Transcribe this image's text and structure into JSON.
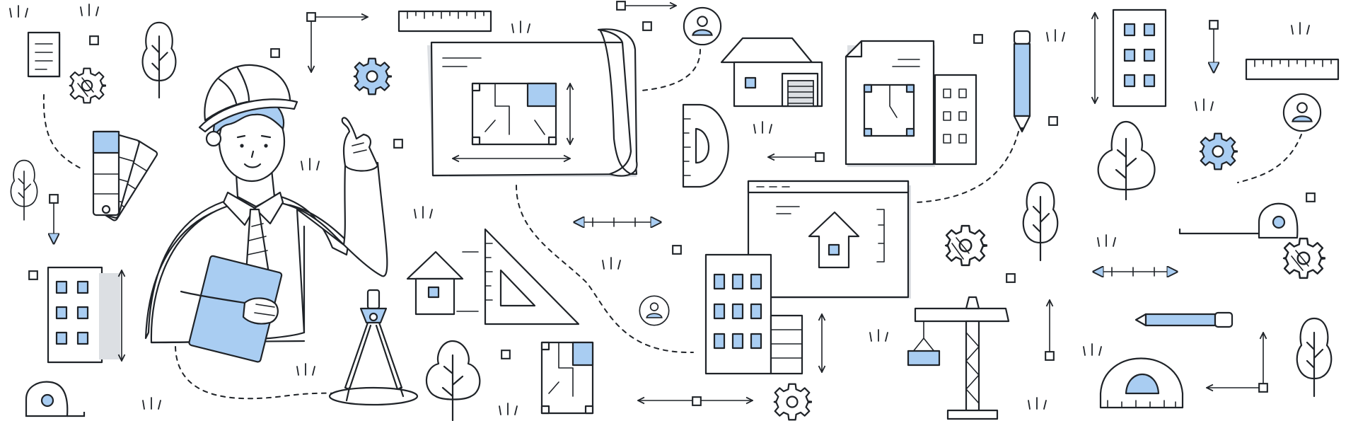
{
  "illustration": {
    "theme": "architecture-and-construction-doodle",
    "palette": {
      "line": "#1f2328",
      "accent": "#a9cdf2",
      "shadow": "#dcdfe3",
      "background": "#ffffff"
    },
    "icons": [
      "engineer-character",
      "clipboard",
      "blueprint-scroll",
      "house",
      "office-building",
      "tower-crane",
      "drafting-compass",
      "set-square",
      "protractor",
      "pencil",
      "ruler",
      "tape-measure",
      "color-swatch-fan",
      "gear",
      "tree",
      "user-avatar",
      "dimension-arrow",
      "document"
    ]
  }
}
